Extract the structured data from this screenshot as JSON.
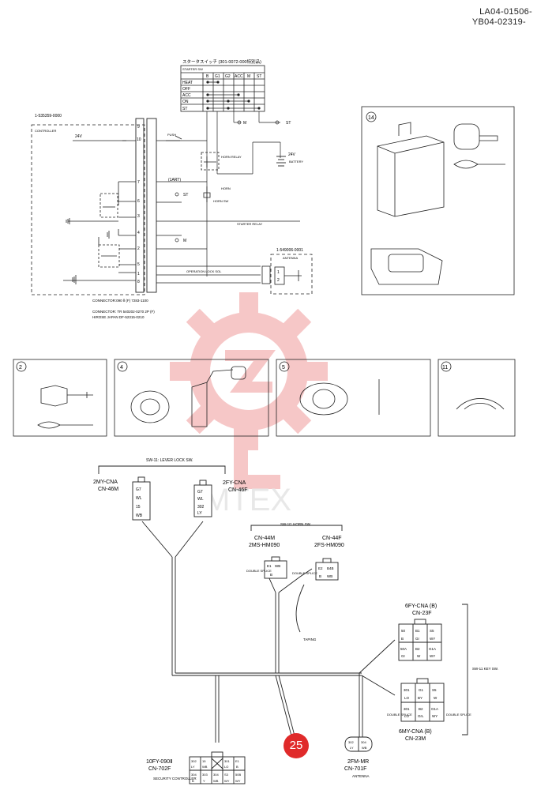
{
  "doc": {
    "ref_line1": "LA04-01506-",
    "ref_line2": "YB04-02319-",
    "page_number": "25",
    "watermark_text": "MTEX"
  },
  "top_diagram": {
    "switch_table_title": "スタータスイッチ (301-0072-000特別品)",
    "switch_table_sub": "STARTER SW",
    "switch_table_cols": [
      "B",
      "G1",
      "G2",
      "ACC",
      "M",
      "ST"
    ],
    "switch_table_rows": [
      "HEAT",
      "OFF",
      "ACC",
      "ON",
      "ST"
    ],
    "controller_part": "1-535359-0000",
    "controller_label": "CONTROLLER",
    "voltage_left": "24V",
    "voltage_right": "24V",
    "battery_label": "BATTERY",
    "push_label": "PUSH",
    "horn_relay_label": "HORN RELAY",
    "art_label": "(1ART)",
    "horn_label": "HORN",
    "horn_sw_label": "HORN SW",
    "st_label": "ST",
    "m_label": "M",
    "starter_relay_label": "STARTER RELAY",
    "antenna_part": "1-549006-0001",
    "antenna_label": "ANTENNA",
    "op_lock_label": "OPERATION LOCK SOL",
    "connector_note1": "CONNECTOR:090 Ⅱ (F) 7283-1100",
    "connector_note2": "CONNECTOR: TR 540202-0270 2P (F)",
    "connector_note3": "HIROSE JAPAN DF-52315-0210",
    "connector_pins": [
      "9",
      "10",
      "7",
      "6",
      "3",
      "2",
      "4",
      "5",
      "1",
      "8"
    ],
    "antenna_pins": [
      "1",
      "2"
    ]
  },
  "callouts": {
    "c14": "14",
    "c2": "2",
    "c4": "4",
    "c5": "5",
    "c11": "11"
  },
  "harness": {
    "sw11_lever_lock": "SW-11: LEVER LOCK SW.",
    "cn46m_a": "2MY-CNA",
    "cn46m_b": "CN-46M",
    "cn46f_a": "2FY-CNA",
    "cn46f_b": "CN-46F",
    "cn46m_pins": [
      "G7",
      "WL",
      "15",
      "WB"
    ],
    "cn46f_pins": [
      "G7",
      "WL",
      "302",
      "LY"
    ],
    "sw10_horn": "SW-10: HORN SW.",
    "cn44m_a": "CN-44M",
    "cn44m_b": "2MS-HM090",
    "cn44f_a": "CN-44F",
    "cn44f_b": "2FS-HM090",
    "cn44m_pins": [
      "E1",
      "WB",
      "B"
    ],
    "cn44f_pins": [
      "E2",
      "B4B",
      "B",
      "WB"
    ],
    "double_splice": "DOUBLE SPLICE",
    "taping": "TAPING",
    "cn23f_a": "6FY-CNA (B)",
    "cn23f_b": "CN-23F",
    "cn23f_pins": [
      "50",
      "B1",
      "S5",
      "B",
      "WY",
      "Gr",
      "50A",
      "B2",
      "G1A",
      "Gr",
      "W",
      "WY"
    ],
    "cn23m_a": "6MY-CNA (B)",
    "cn23m_b": "CN-23M",
    "cn23m_pins": [
      "301",
      "G1",
      "S5",
      "LO",
      "BY",
      "W",
      "301",
      "B2",
      "G1A",
      "LO",
      "GrL",
      "WY"
    ],
    "sw11_key": "SW-11 KEY SW.",
    "cn702f_a": "10FY-090Ⅱ",
    "cn702f_b": "CN-702F",
    "cn702f_pins": [
      "302",
      "15",
      "301",
      "E1",
      "LY",
      "WB",
      "LO",
      "B",
      "304",
      "303",
      "304",
      "S3",
      "50B",
      "GB",
      "B",
      "Y",
      "WB",
      "WY",
      "GrL",
      "WY"
    ],
    "security_controller": "SECURITY CONTROLLER",
    "cn701f_a": "2FM-MR",
    "cn701f_b": "CN-701F",
    "cn701f_pins": [
      "302",
      "304",
      "LY",
      "WB"
    ],
    "antenna_label": "ANTENNA"
  }
}
